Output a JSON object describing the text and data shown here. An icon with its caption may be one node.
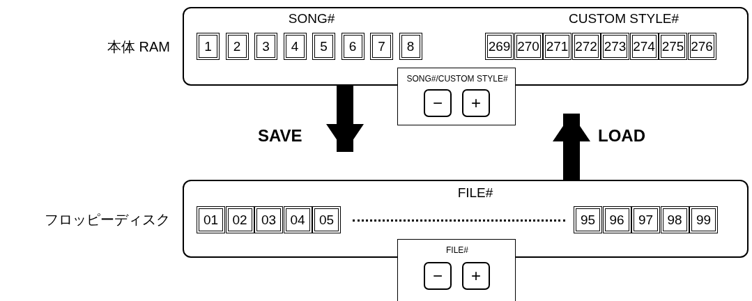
{
  "diagram": {
    "nodes": [
      {
        "text": [
          "本体 RAM",
          "SONG#",
          "CUSTOM STYLE#"
        ]
      },
      {
        "text": [
          "1"
        ],
        "in": 0
      },
      {
        "text": [
          "2"
        ],
        "in": 0
      },
      {
        "text": [
          "3"
        ],
        "in": 0
      },
      {
        "text": [
          "4"
        ],
        "in": 0
      },
      {
        "text": [
          "5"
        ],
        "in": 0
      },
      {
        "text": [
          "6"
        ],
        "in": 0
      },
      {
        "text": [
          "7"
        ],
        "in": 0
      },
      {
        "text": [
          "8"
        ],
        "in": 0
      },
      {
        "text": [
          "269"
        ],
        "in": 0
      },
      {
        "text": [
          "270"
        ],
        "in": 0
      },
      {
        "text": [
          "271"
        ],
        "in": 0
      },
      {
        "text": [
          "272"
        ],
        "in": 0
      },
      {
        "text": [
          "273"
        ],
        "in": 0
      },
      {
        "text": [
          "274"
        ],
        "in": 0
      },
      {
        "text": [
          "275"
        ],
        "in": 0
      },
      {
        "text": [
          "276"
        ],
        "in": 0
      },
      {
        "text": [
          "SONG#/CUSTOM STYLE#"
        ]
      },
      {
        "text": [
          "−"
        ],
        "in": 17
      },
      {
        "text": [
          "+"
        ],
        "in": 17
      },
      {
        "text": [
          "フロッピーディスク",
          "FILE#"
        ]
      },
      {
        "text": [
          "01"
        ],
        "in": 20
      },
      {
        "text": [
          "02"
        ],
        "in": 20
      },
      {
        "text": [
          "03"
        ],
        "in": 20
      },
      {
        "text": [
          "04"
        ],
        "in": 20
      },
      {
        "text": [
          "05"
        ],
        "in": 20
      },
      {
        "text": [
          "95"
        ],
        "in": 20
      },
      {
        "text": [
          "96"
        ],
        "in": 20
      },
      {
        "text": [
          "97"
        ],
        "in": 20
      },
      {
        "text": [
          "98"
        ],
        "in": 20
      },
      {
        "text": [
          "99"
        ],
        "in": 20
      },
      {
        "text": [
          "FILE#"
        ]
      },
      {
        "text": [
          "−"
        ],
        "in": 31
      },
      {
        "text": [
          "+"
        ],
        "in": 31
      }
    ],
    "edges": [
      {
        "from": 0,
        "to": 20,
        "arrow": "to",
        "label": "SAVE"
      },
      {
        "from": 20,
        "to": 0,
        "arrow": "to",
        "label": "LOAD"
      }
    ]
  }
}
